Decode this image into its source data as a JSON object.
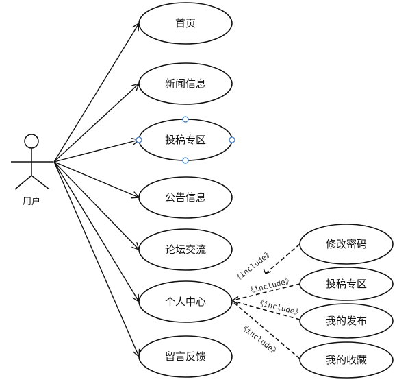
{
  "diagram": {
    "type": "use-case",
    "actor": {
      "label": "用户"
    },
    "use_cases": [
      {
        "id": "uc-home",
        "label": "首页"
      },
      {
        "id": "uc-news",
        "label": "新闻信息"
      },
      {
        "id": "uc-submit",
        "label": "投稿专区",
        "selected": true
      },
      {
        "id": "uc-notice",
        "label": "公告信息"
      },
      {
        "id": "uc-forum",
        "label": "论坛交流"
      },
      {
        "id": "uc-personal",
        "label": "个人中心"
      },
      {
        "id": "uc-feedback",
        "label": "留言反馈"
      }
    ],
    "included_use_cases": [
      {
        "id": "uc-change-password",
        "label": "修改密码"
      },
      {
        "id": "uc-my-submission",
        "label": "投稿专区"
      },
      {
        "id": "uc-my-posts",
        "label": "我的发布"
      },
      {
        "id": "uc-my-favorites",
        "label": "我的收藏"
      }
    ],
    "include_relations": [
      {
        "from": "uc-change-password",
        "to": "uc-personal",
        "label": "《include》"
      },
      {
        "from": "uc-my-submission",
        "to": "uc-personal",
        "label": "《include》"
      },
      {
        "from": "uc-my-posts",
        "to": "uc-personal",
        "label": "《include》"
      },
      {
        "from": "uc-my-favorites",
        "to": "uc-personal",
        "label": "《include》"
      }
    ],
    "colors": {
      "stroke": "#111111",
      "selection_handle": "#3a78c8"
    }
  }
}
